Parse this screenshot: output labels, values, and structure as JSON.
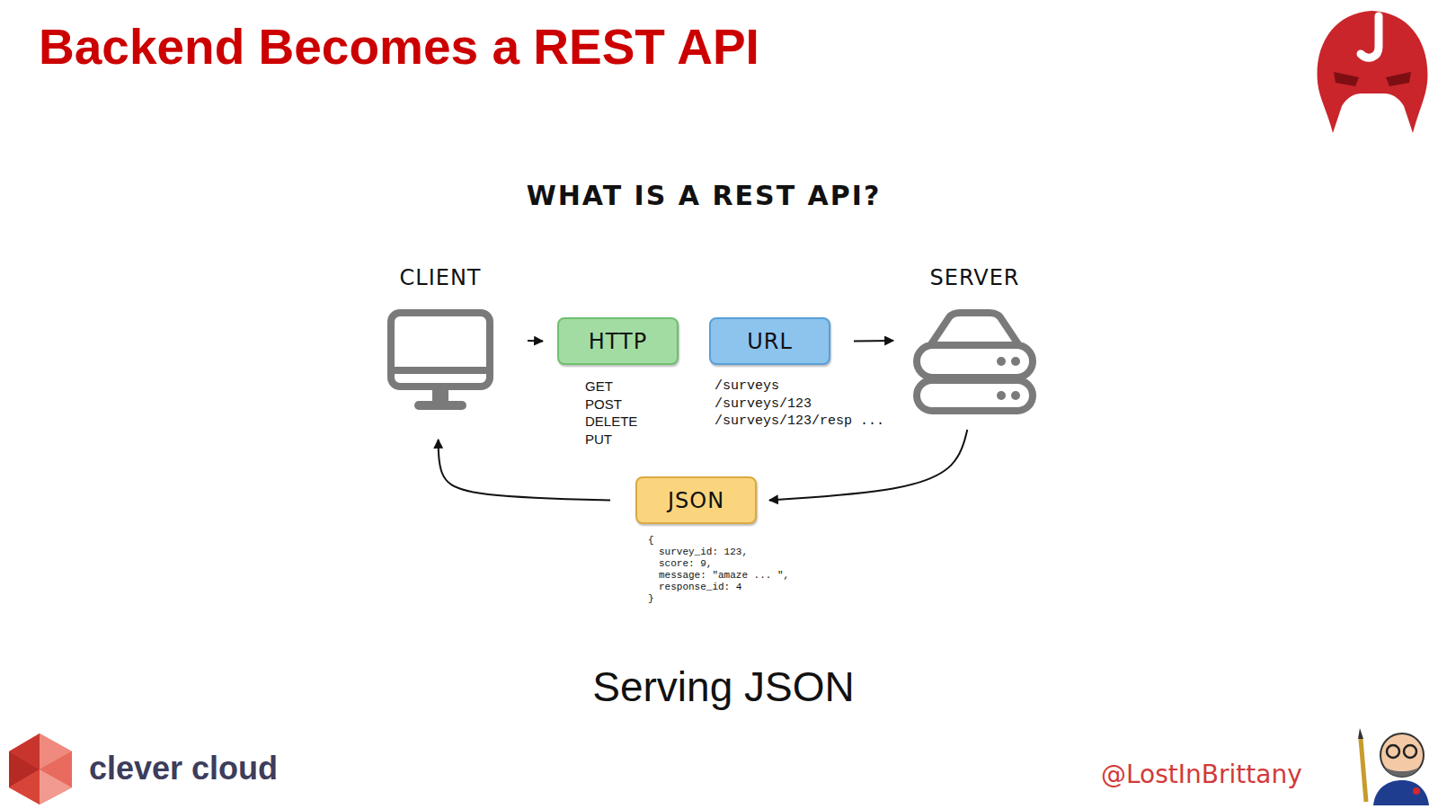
{
  "diagram": {
    "title": "Backend Becomes a REST API",
    "caption": "Serving JSON",
    "nodes": [
      {
        "text": [
          "CLIENT"
        ]
      },
      {
        "text": [
          "HTTP"
        ]
      },
      {
        "text": [
          "URL"
        ]
      },
      {
        "text": [
          "SERVER"
        ]
      },
      {
        "text": [
          "JSON"
        ]
      }
    ],
    "edges": [
      {
        "from": 0,
        "to": 1,
        "arrow": "to"
      },
      {
        "from": 2,
        "to": 3,
        "arrow": "to"
      },
      {
        "from": 3,
        "to": 4,
        "arrow": "to"
      },
      {
        "from": 4,
        "to": 0,
        "arrow": "to"
      }
    ],
    "labels": [
      "WHAT IS A REST API?",
      "GET",
      "POST",
      "DELETE",
      "PUT",
      "/surveys",
      "/surveys/123",
      "/surveys/123/resp ...",
      "{",
      "survey_id: 123,",
      "score: 9,",
      "message: \"amaze ... \",",
      "response_id: 4",
      "}",
      "clever cloud",
      "@LostInBrittany"
    ]
  }
}
